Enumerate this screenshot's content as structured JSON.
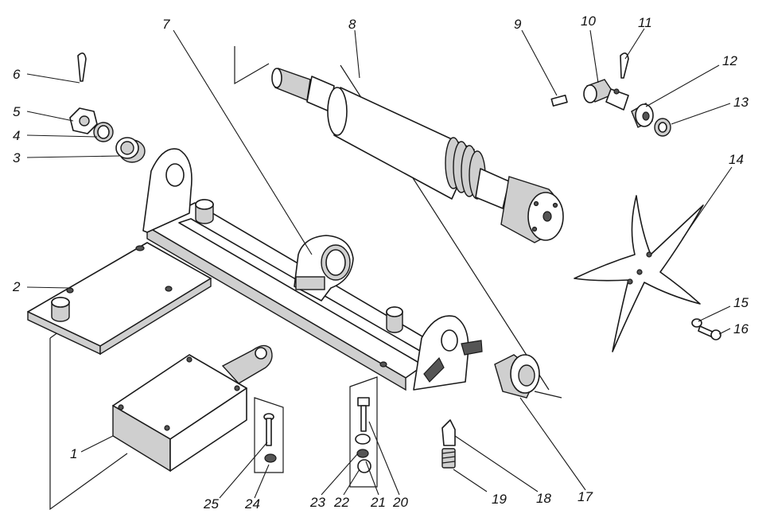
{
  "callouts": [
    {
      "id": "1",
      "label": "1"
    },
    {
      "id": "2",
      "label": "2"
    },
    {
      "id": "3",
      "label": "3"
    },
    {
      "id": "4",
      "label": "4"
    },
    {
      "id": "5",
      "label": "5"
    },
    {
      "id": "6",
      "label": "6"
    },
    {
      "id": "7",
      "label": "7"
    },
    {
      "id": "8",
      "label": "8"
    },
    {
      "id": "9",
      "label": "9"
    },
    {
      "id": "10",
      "label": "10"
    },
    {
      "id": "11",
      "label": "11"
    },
    {
      "id": "12",
      "label": "12"
    },
    {
      "id": "13",
      "label": "13"
    },
    {
      "id": "14",
      "label": "14"
    },
    {
      "id": "15",
      "label": "15"
    },
    {
      "id": "16",
      "label": "16"
    },
    {
      "id": "17",
      "label": "17"
    },
    {
      "id": "18",
      "label": "18"
    },
    {
      "id": "19",
      "label": "19"
    },
    {
      "id": "20",
      "label": "20"
    },
    {
      "id": "21",
      "label": "21"
    },
    {
      "id": "22",
      "label": "22"
    },
    {
      "id": "23",
      "label": "23"
    },
    {
      "id": "24",
      "label": "24"
    },
    {
      "id": "25",
      "label": "25"
    }
  ]
}
